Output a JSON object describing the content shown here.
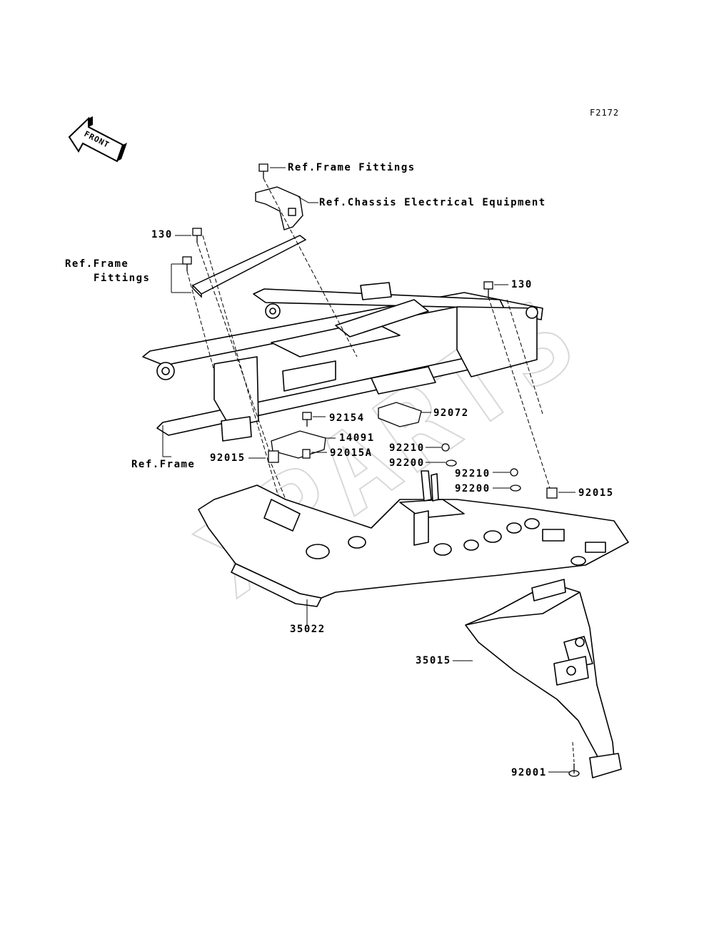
{
  "diagram": {
    "figure_code": "F2172",
    "direction_arrow": "FRONT",
    "watermark": "XPARTS",
    "callouts": {
      "ref_frame_fittings_top": "Ref.Frame Fittings",
      "ref_chassis_electrical": "Ref.Chassis Electrical Equipment",
      "bolt_130_left": "130",
      "ref_frame_fittings_left_1": "Ref.Frame",
      "ref_frame_fittings_left_2": "Fittings",
      "bolt_130_right": "130",
      "part_92154": "92154",
      "part_92072": "92072",
      "part_14091": "14091",
      "part_92015_left": "92015",
      "part_92015A": "92015A",
      "ref_frame": "Ref.Frame",
      "part_92210_a": "92210",
      "part_92200_a": "92200",
      "part_92210_b": "92210",
      "part_92200_b": "92200",
      "part_92015_right": "92015",
      "part_35022": "35022",
      "part_35015": "35015",
      "part_92001": "92001"
    }
  },
  "colors": {
    "ink": "#000000",
    "watermark": "#d8d8d8",
    "background": "#ffffff"
  }
}
